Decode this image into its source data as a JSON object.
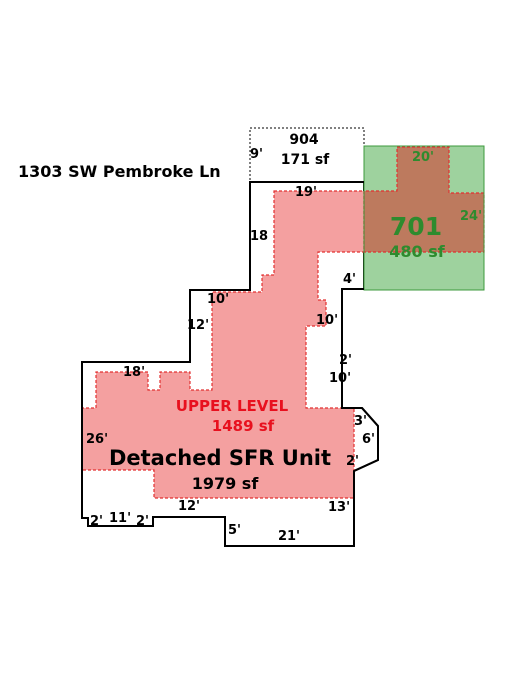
{
  "address": "1303 SW Pembroke Ln",
  "garage": {
    "number": "701",
    "area": "480 sf",
    "width": "20'",
    "depth": "24'"
  },
  "annex": {
    "number": "904",
    "area": "171 sf",
    "depth": "9'"
  },
  "upper_level": {
    "title": "UPPER LEVEL",
    "area": "1489 sf"
  },
  "main_unit": {
    "title": "Detached SFR Unit",
    "area": "1979 sf"
  },
  "dimensions": {
    "d19": "19'",
    "d18_right": "18",
    "d4": "4'",
    "d10_top": "10'",
    "d10_right": "10'",
    "d12_left": "12'",
    "d2_right": "2'",
    "d10_right2": "10'",
    "d18_left": "18'",
    "d3": "3'",
    "d6": "6'",
    "d2_bay": "2'",
    "d26": "26'",
    "d12_bottom": "12'",
    "d13": "13'",
    "d2_a": "2'",
    "d11": "11'",
    "d2_b": "2'",
    "d5": "5'",
    "d21": "21'"
  },
  "colors": {
    "outline": "#000000",
    "upper_fill": "#f4a0a0",
    "upper_stroke": "#e23030",
    "upper_text": "#e8101e",
    "garage_fill": "#9ed29e",
    "garage_stroke": "#3c9a3c",
    "garage_text": "#2e8b2e",
    "overlap_fill": "#bd7a5e"
  }
}
